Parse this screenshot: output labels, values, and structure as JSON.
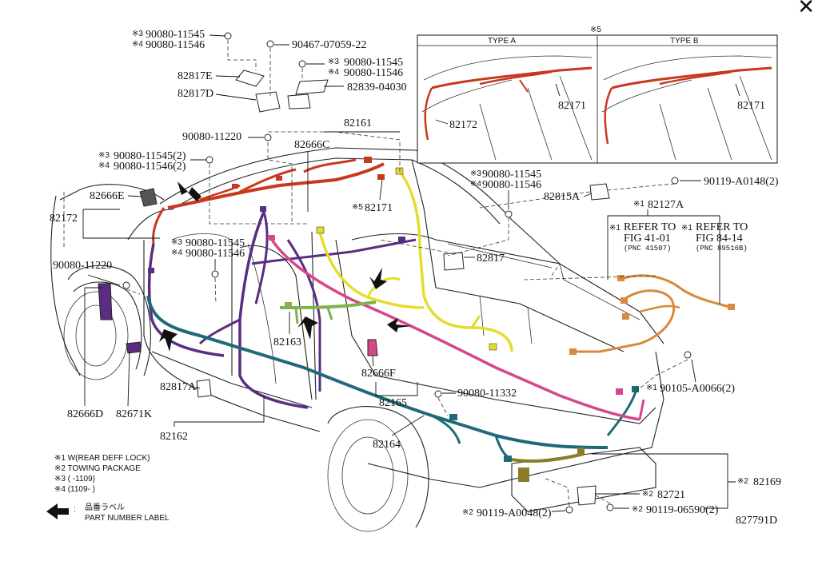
{
  "window": {
    "close_label": "✕"
  },
  "parts": {
    "p1a": "90080-11545",
    "p1b": "90080-11546",
    "p1a_mark": "※3",
    "p1b_mark": "※4",
    "p2": "90467-07059-22",
    "p3a": "90080-11545",
    "p3b": "90080-11546",
    "p3a_mark": "※3",
    "p3b_mark": "※4",
    "p4": "82817E",
    "p5": "82839-04030",
    "p6": "82817D",
    "p7": "90080-11220",
    "p8": "82161",
    "p9": "82666C",
    "p10a": "90080-11545(2)",
    "p10b": "90080-11546(2)",
    "p10a_mark": "※3",
    "p10b_mark": "※4",
    "p11": "82666E",
    "p12": "82172",
    "p13": "82171",
    "p13_mark": "※5",
    "p14a": "90080-11545",
    "p14b": "90080-11546",
    "p14a_mark": "※3",
    "p14b_mark": "※4",
    "p15": "90080-11545",
    "p16": "90080-11546",
    "p15_mark": "※3",
    "p16_mark": "※4",
    "p17": "82817",
    "p18": "90080-11220",
    "p19": "82163",
    "p20": "82666F",
    "p21": "82165",
    "p22": "90080-11332",
    "p23": "82817A",
    "p24": "82666D",
    "p25": "82671K",
    "p26": "82162",
    "p27": "82164",
    "p28": "82815A",
    "p29": "90119-A0148(2)",
    "p30": "82127A",
    "p30_mark": "※1",
    "p31": "90105-A0066(2)",
    "p31_mark": "※1",
    "p32": "82169",
    "p32_mark": "※2",
    "p33": "82721",
    "p33_mark": "※2",
    "p34": "90119-06590(2)",
    "p34_mark": "※2",
    "p35": "90119-A0048(2)",
    "p35_mark": "※2"
  },
  "refer": {
    "r1_mark": "※1",
    "r1_line1": "REFER TO",
    "r1_line2": "FIG 41-01",
    "r1_pnc": "(PNC 41507)",
    "r2_mark": "※1",
    "r2_line1": "REFER TO",
    "r2_line2": "FIG 84-14",
    "r2_pnc": "(PNC 89516B)"
  },
  "inset": {
    "mark": "※5",
    "type_a": "TYPE A",
    "type_b": "TYPE B",
    "a_part1": "82171",
    "a_part2": "82172",
    "b_part1": "82171"
  },
  "legend": {
    "n1": "※1 W(REAR DEFF LOCK)",
    "n2": "※2 TOWING PACKAGE",
    "n3": "※3 (      -1109)",
    "n4": "※4 (1109-      )",
    "label_jp": "品番ラベル",
    "label_en": "PART NUMBER LABEL"
  },
  "figure_id": "827791D",
  "colors": {
    "harness_red": "#c8381e",
    "harness_purple": "#5a2d82",
    "harness_teal": "#1f6a78",
    "harness_pink": "#d6478a",
    "harness_yellow": "#e6dc2c",
    "harness_green": "#7fb24a",
    "harness_orange": "#d98a3a",
    "harness_olive": "#8c7d2a"
  }
}
